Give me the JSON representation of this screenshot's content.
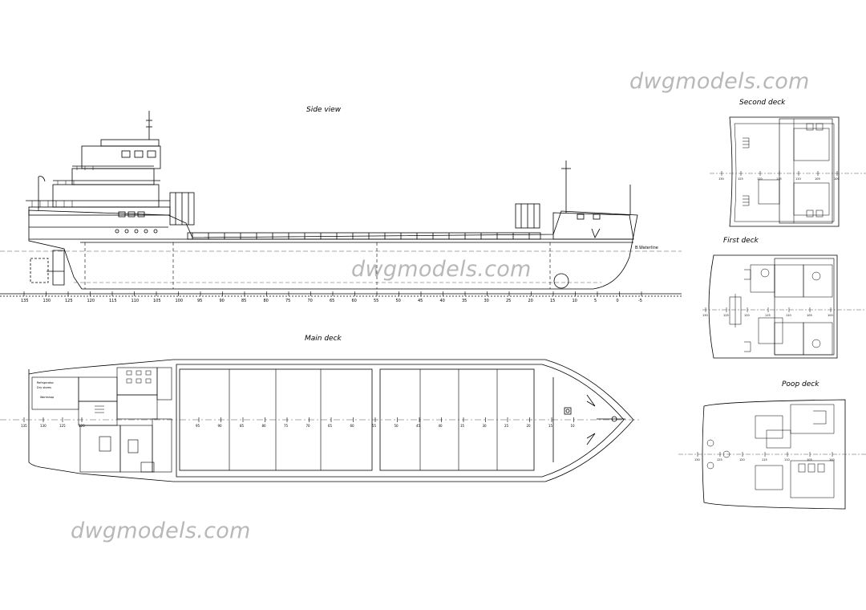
{
  "watermark": {
    "text": "dwgmodels.com"
  },
  "views": {
    "side": "Side view",
    "main": "Main deck",
    "second": "Second deck",
    "first": "First deck",
    "poop": "Poop deck"
  },
  "side_annotation": "B.Waterline",
  "side_frames": [
    "135",
    "130",
    "125",
    "120",
    "115",
    "110",
    "105",
    "100",
    "95",
    "90",
    "85",
    "80",
    "75",
    "70",
    "65",
    "60",
    "55",
    "50",
    "45",
    "40",
    "35",
    "30",
    "25",
    "20",
    "15",
    "10",
    "5",
    "0",
    "-5"
  ],
  "main_frames_left": [
    "135",
    "130",
    "125",
    "120"
  ],
  "main_frames_hold": [
    "95",
    "90",
    "85",
    "80",
    "75",
    "70",
    "65",
    "60",
    "55",
    "50",
    "45",
    "40",
    "35",
    "30",
    "25",
    "20",
    "15",
    "10"
  ],
  "room_labels": [
    "Refrigerator",
    "Dry stores",
    "Workshop"
  ],
  "deck_frames": {
    "second": [
      "130",
      "125",
      "120",
      "115",
      "110",
      "105",
      "100"
    ],
    "first": [
      "130",
      "125",
      "120",
      "115",
      "110",
      "105",
      "100"
    ],
    "poop": [
      "130",
      "125",
      "120",
      "115",
      "110",
      "105",
      "100"
    ]
  },
  "colors": {
    "line": "#000000",
    "watermark": "#b8b8b8",
    "dash": "#555555"
  }
}
